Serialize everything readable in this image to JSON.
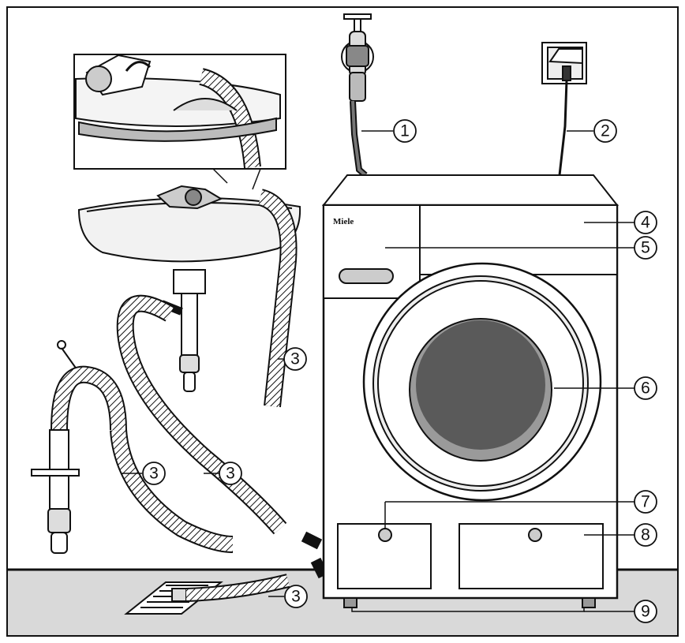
{
  "brand": "Miele",
  "colors": {
    "floor": "#d9d9d9",
    "outline": "#111111",
    "drum_glass": "#5a5a5a",
    "drum_rim": "#9a9a9a",
    "panel_fill": "#ffffff"
  },
  "callouts": [
    {
      "id": "1",
      "label": "1"
    },
    {
      "id": "2",
      "label": "2"
    },
    {
      "id": "3a",
      "label": "3"
    },
    {
      "id": "3b",
      "label": "3"
    },
    {
      "id": "3c",
      "label": "3"
    },
    {
      "id": "3d",
      "label": "3"
    },
    {
      "id": "4",
      "label": "4"
    },
    {
      "id": "5",
      "label": "5"
    },
    {
      "id": "6",
      "label": "6"
    },
    {
      "id": "7",
      "label": "7"
    },
    {
      "id": "8",
      "label": "8"
    },
    {
      "id": "9",
      "label": "9"
    }
  ],
  "icons": [
    "water-tap-icon",
    "power-socket-icon",
    "wash-basin-icon",
    "drain-hose-icon",
    "floor-drain-icon"
  ]
}
